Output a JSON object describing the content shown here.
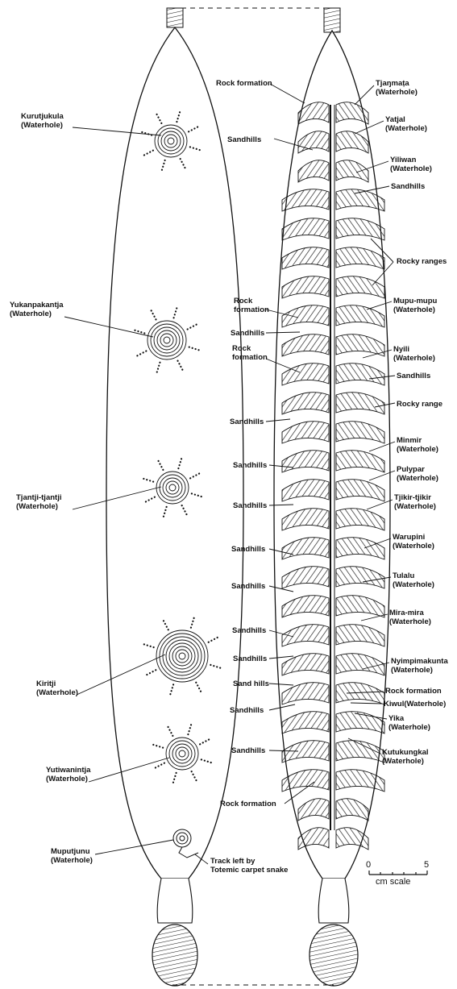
{
  "left_labels": [
    {
      "key": "kurutjukula",
      "name": "Kurutjukula",
      "sub": "(Waterhole)"
    },
    {
      "key": "yukanpakantja",
      "name": "Yukanpakantja",
      "sub": "(Waterhole)"
    },
    {
      "key": "tjantji",
      "name": "Tjantji-tjantji",
      "sub": "(Waterhole)"
    },
    {
      "key": "kiritji",
      "name": "Kiritji",
      "sub": "(Waterhole)"
    },
    {
      "key": "yutiwanintja",
      "name": "Yutiwanintja",
      "sub": "(Waterhole)"
    },
    {
      "key": "muputjunu",
      "name": "Muputjunu",
      "sub": "(Waterhole)"
    },
    {
      "key": "track",
      "name": "Track left by",
      "sub": "Totemic carpet snake"
    }
  ],
  "mid_labels": [
    {
      "key": "rock1",
      "name": "Rock formation",
      "sub": ""
    },
    {
      "key": "sand1",
      "name": "Sandhills",
      "sub": ""
    },
    {
      "key": "rock2",
      "name": "Rock",
      "sub": "formation"
    },
    {
      "key": "sand2",
      "name": "Sandhills",
      "sub": ""
    },
    {
      "key": "rock3",
      "name": "Rock",
      "sub": "formation"
    },
    {
      "key": "sand3",
      "name": "Sandhills",
      "sub": ""
    },
    {
      "key": "sand4",
      "name": "Sandhills",
      "sub": ""
    },
    {
      "key": "sand5",
      "name": "Sandhills",
      "sub": ""
    },
    {
      "key": "sand6",
      "name": "Sandhills",
      "sub": ""
    },
    {
      "key": "sand7",
      "name": "Sandhills",
      "sub": ""
    },
    {
      "key": "sand8",
      "name": "Sandhills",
      "sub": ""
    },
    {
      "key": "sand9",
      "name": "Sandhills",
      "sub": ""
    },
    {
      "key": "sand10",
      "name": "Sand hills",
      "sub": ""
    },
    {
      "key": "sand11",
      "name": "Sandhills",
      "sub": ""
    },
    {
      "key": "sand12",
      "name": "Sandhills",
      "sub": ""
    },
    {
      "key": "rock4",
      "name": "Rock formation",
      "sub": ""
    }
  ],
  "right_labels": [
    {
      "key": "tjanmata",
      "name": "Tjaŋmaṭa",
      "sub": "(Waterhole)"
    },
    {
      "key": "yatjal",
      "name": "Yatjal",
      "sub": "(Waterhole)"
    },
    {
      "key": "yiliwan",
      "name": "Yiliwan",
      "sub": "(Waterhole)"
    },
    {
      "key": "rsand1",
      "name": "Sandhills",
      "sub": ""
    },
    {
      "key": "rocky1",
      "name": "Rocky ranges",
      "sub": ""
    },
    {
      "key": "mupu",
      "name": "Mupu-mupu",
      "sub": "(Waterhole)"
    },
    {
      "key": "nyili",
      "name": "Nyili",
      "sub": "(Waterhole)"
    },
    {
      "key": "rsand2",
      "name": "Sandhills",
      "sub": ""
    },
    {
      "key": "rocky2",
      "name": "Rocky range",
      "sub": ""
    },
    {
      "key": "minmir",
      "name": "Minmir",
      "sub": "(Waterhole)"
    },
    {
      "key": "pulypar",
      "name": "Pulypar",
      "sub": "(Waterhole)"
    },
    {
      "key": "tjikir",
      "name": "Tjikir-tjikir",
      "sub": "(Waterhole)"
    },
    {
      "key": "warupini",
      "name": "Warupini",
      "sub": "(Waterhole)"
    },
    {
      "key": "tulalu",
      "name": "Tulalu",
      "sub": "(Waterhole)"
    },
    {
      "key": "mira",
      "name": "Mira-mira",
      "sub": "(Waterhole)"
    },
    {
      "key": "nyimpi",
      "name": "Nyimpimakunta",
      "sub": "(Waterhole)"
    },
    {
      "key": "rrock",
      "name": "Rock formation",
      "sub": ""
    },
    {
      "key": "kiwul",
      "name": "Kiwul(Waterhole)",
      "sub": ""
    },
    {
      "key": "yika",
      "name": "Yika",
      "sub": "(Waterhole)"
    },
    {
      "key": "kutu",
      "name": "Kutukungkal",
      "sub": "(Waterhole)"
    }
  ],
  "scale": {
    "zero": "0",
    "five": "5",
    "unit": "cm scale"
  }
}
